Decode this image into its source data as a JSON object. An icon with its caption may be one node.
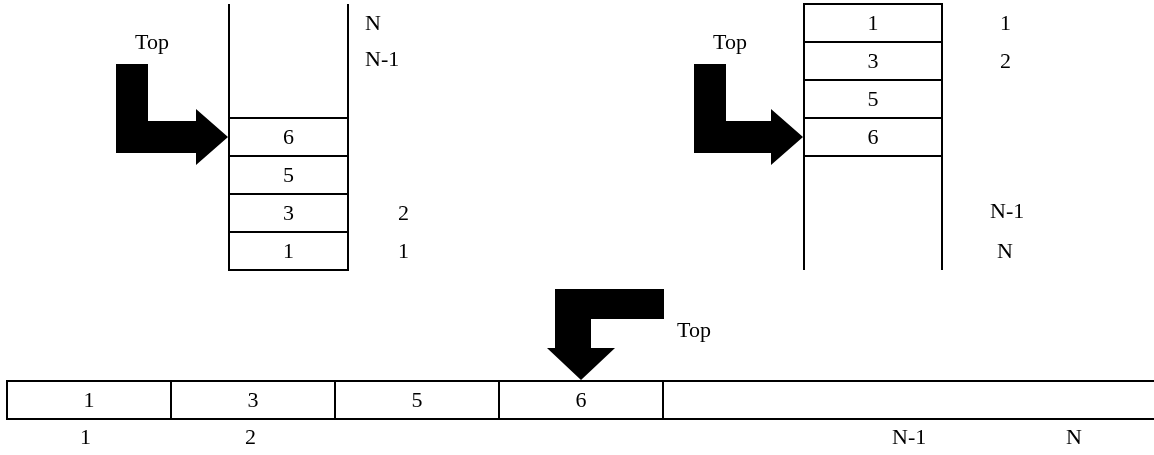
{
  "diagram": {
    "nodes": [
      {
        "text": [
          "Top"
        ]
      },
      {
        "text": [
          "6"
        ]
      },
      {
        "text": [
          "5"
        ]
      },
      {
        "text": [
          "3"
        ]
      },
      {
        "text": [
          "1"
        ]
      },
      {
        "text": [
          "Top"
        ]
      },
      {
        "text": [
          "1"
        ]
      },
      {
        "text": [
          "3"
        ]
      },
      {
        "text": [
          "5"
        ]
      },
      {
        "text": [
          "6"
        ]
      },
      {
        "text": [
          "Top"
        ]
      },
      {
        "text": [
          "1"
        ]
      },
      {
        "text": [
          "3"
        ]
      },
      {
        "text": [
          "5"
        ]
      },
      {
        "text": [
          "6"
        ]
      }
    ],
    "edges": [
      {
        "from": 0,
        "to": 1,
        "arrow": "to",
        "style": "thick"
      },
      {
        "from": 5,
        "to": 9,
        "arrow": "to",
        "style": "thick"
      },
      {
        "from": 10,
        "to": 14,
        "arrow": "to",
        "style": "thick"
      }
    ],
    "labels": [
      "N",
      "N-1",
      "2",
      "1",
      "1",
      "2",
      "N-1",
      "N",
      "1",
      "2",
      "N-1",
      "N"
    ]
  }
}
